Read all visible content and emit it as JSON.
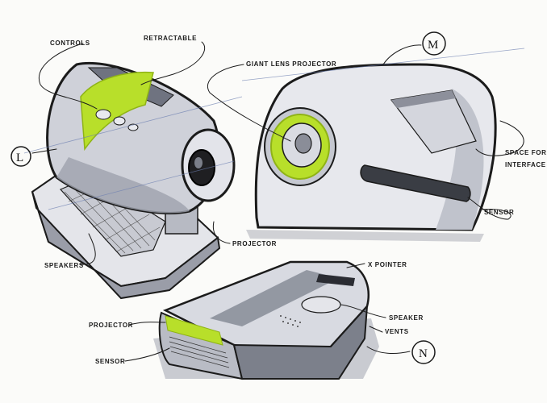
{
  "labels": {
    "controls": "CONTROLS",
    "retractable": "RETRACTABLE",
    "giant_lens_projector": "GIANT LENS PROJECTOR",
    "space_for_interface_1": "SPACE FOR",
    "space_for_interface_2": "INTERFACE",
    "sensor_m": "SENSOR",
    "projector_l": "PROJECTOR",
    "speakers": "SPEAKERS",
    "x_pointer": "X POINTER",
    "speaker_n": "SPEAKER",
    "vents": "VENTS",
    "projector_n": "PROJECTOR",
    "sensor_n": "SENSOR"
  },
  "badges": {
    "l": "L",
    "m": "M",
    "n": "N"
  },
  "colors": {
    "lime": "#b8df2a",
    "lime_dark": "#8fb316",
    "gray_light": "#d9dbe2",
    "gray_mid": "#aeb1bb",
    "gray_dark": "#6f7380",
    "ink": "#1b1b1b"
  }
}
